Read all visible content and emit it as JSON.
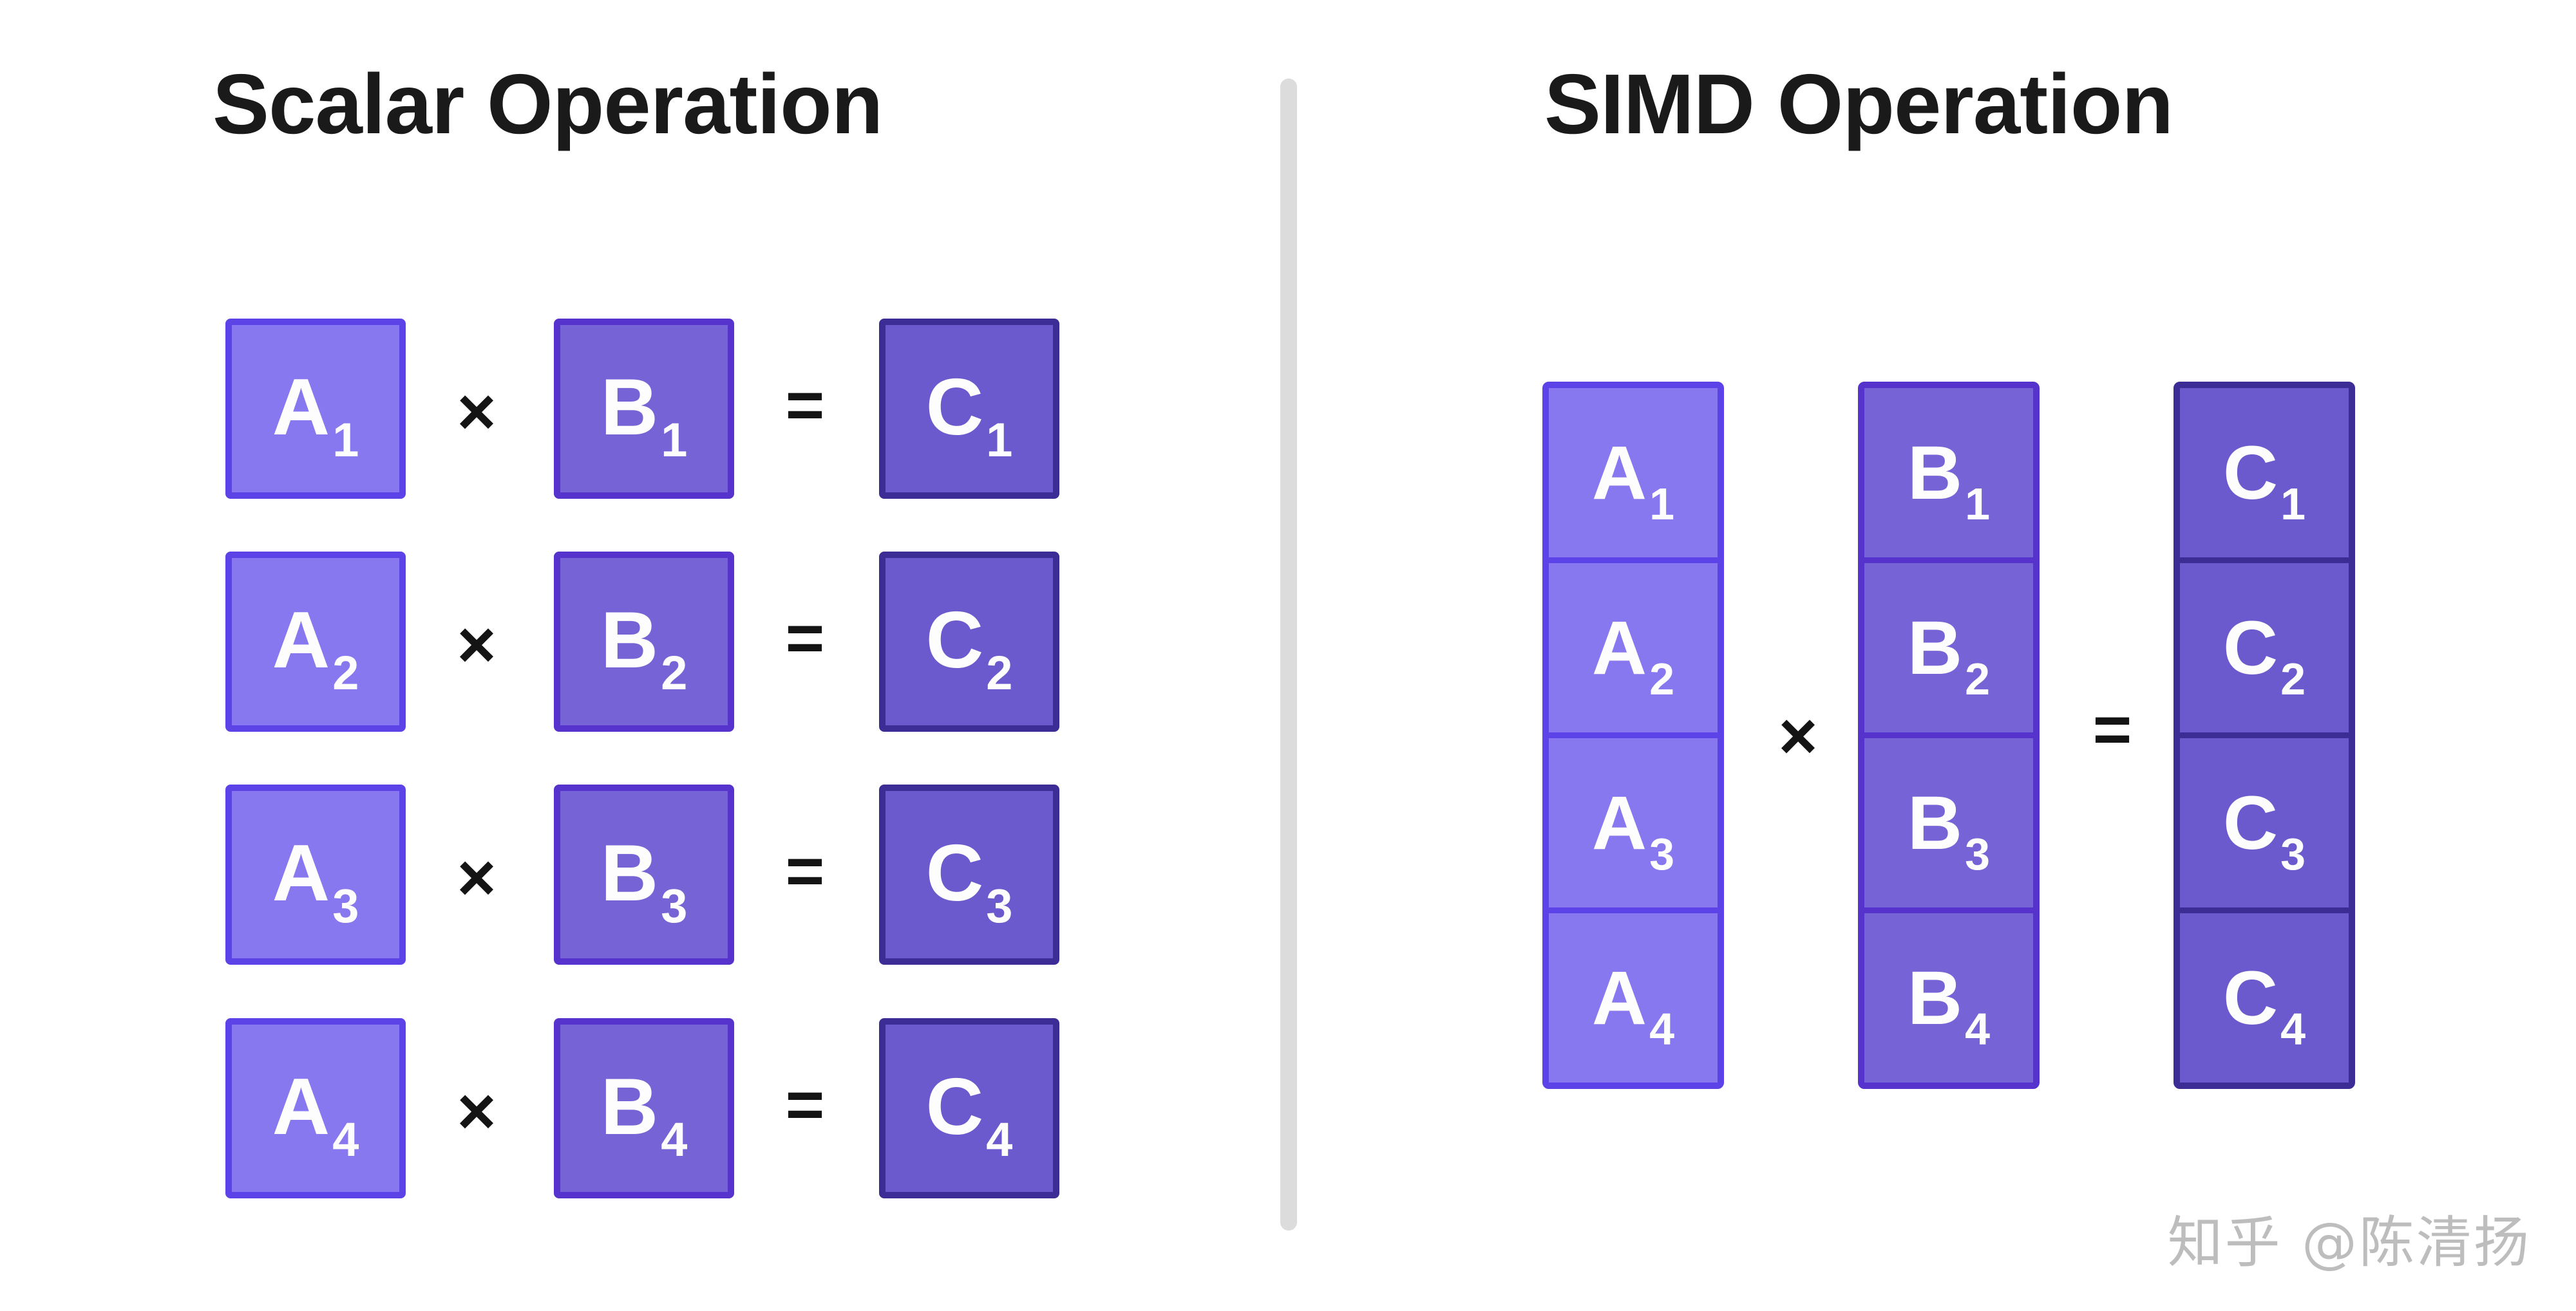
{
  "panels": {
    "scalar": {
      "title": "Scalar Operation",
      "rows": [
        {
          "a": {
            "base": "A",
            "sub": "1"
          },
          "mul": "×",
          "b": {
            "base": "B",
            "sub": "1"
          },
          "eq": "=",
          "c": {
            "base": "C",
            "sub": "1"
          }
        },
        {
          "a": {
            "base": "A",
            "sub": "2"
          },
          "mul": "×",
          "b": {
            "base": "B",
            "sub": "2"
          },
          "eq": "=",
          "c": {
            "base": "C",
            "sub": "2"
          }
        },
        {
          "a": {
            "base": "A",
            "sub": "3"
          },
          "mul": "×",
          "b": {
            "base": "B",
            "sub": "3"
          },
          "eq": "=",
          "c": {
            "base": "C",
            "sub": "3"
          }
        },
        {
          "a": {
            "base": "A",
            "sub": "4"
          },
          "mul": "×",
          "b": {
            "base": "B",
            "sub": "4"
          },
          "eq": "=",
          "c": {
            "base": "C",
            "sub": "4"
          }
        }
      ]
    },
    "simd": {
      "title": "SIMD Operation",
      "mul": "×",
      "eq": "=",
      "vector_a": [
        {
          "base": "A",
          "sub": "1"
        },
        {
          "base": "A",
          "sub": "2"
        },
        {
          "base": "A",
          "sub": "3"
        },
        {
          "base": "A",
          "sub": "4"
        }
      ],
      "vector_b": [
        {
          "base": "B",
          "sub": "1"
        },
        {
          "base": "B",
          "sub": "2"
        },
        {
          "base": "B",
          "sub": "3"
        },
        {
          "base": "B",
          "sub": "4"
        }
      ],
      "vector_c": [
        {
          "base": "C",
          "sub": "1"
        },
        {
          "base": "C",
          "sub": "2"
        },
        {
          "base": "C",
          "sub": "3"
        },
        {
          "base": "C",
          "sub": "4"
        }
      ]
    }
  },
  "watermark": "知乎 @陈清扬",
  "colors": {
    "operand_a_fill": "#8878f0",
    "operand_a_border": "#5b43e8",
    "operand_b_fill": "#7664d6",
    "operand_b_border": "#5533cc",
    "result_c_fill": "#6a5acd",
    "result_c_border": "#3b2c96",
    "text_on_box": "#fdfdfd",
    "title_text": "#1a1a1a",
    "divider": "#dcdcdc",
    "watermark": "#bdbdbd",
    "background": "#ffffff"
  }
}
